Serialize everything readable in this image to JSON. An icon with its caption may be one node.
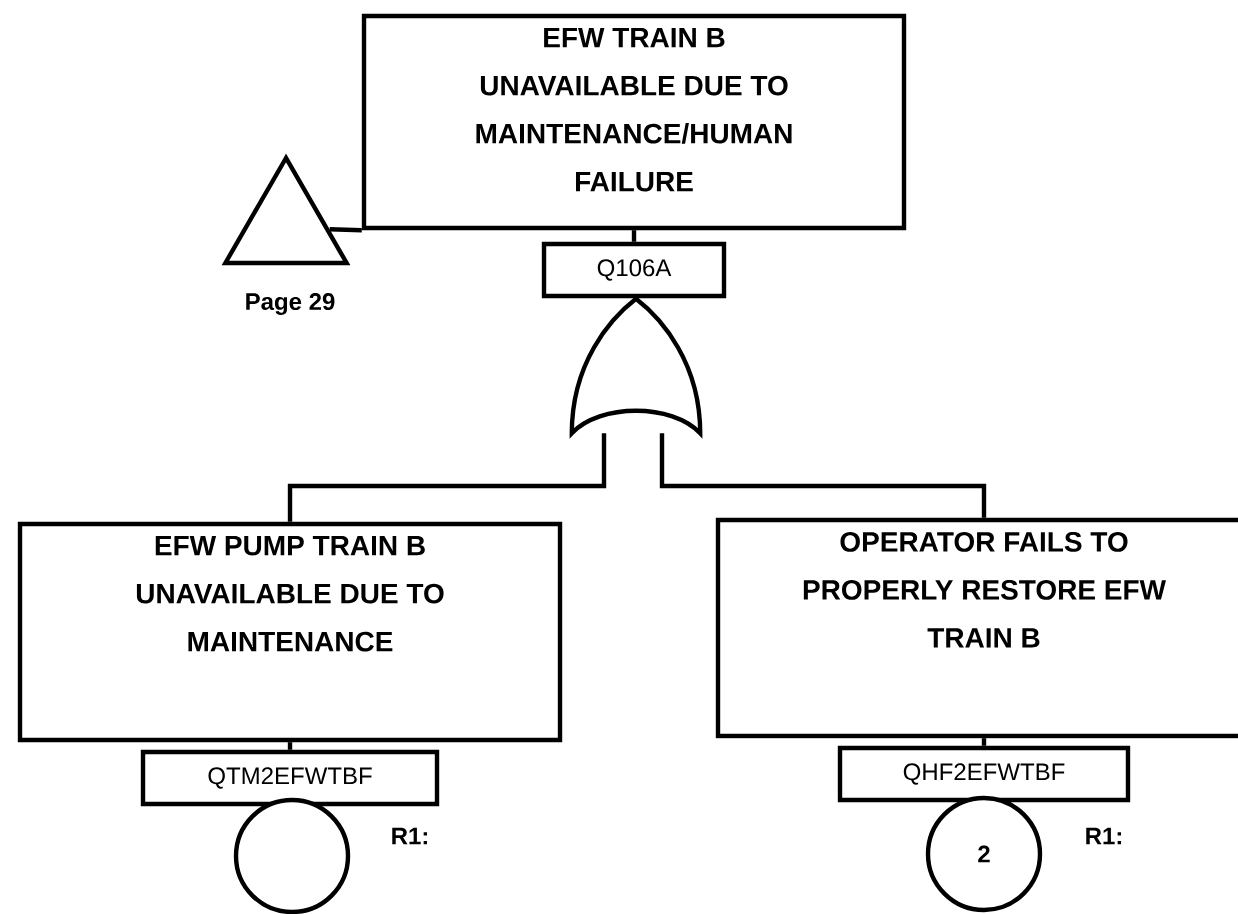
{
  "diagram": {
    "nodes": [
      {
        "text": [
          "EFW TRAIN B UNAVAILABLE DUE TO MAINTENANCE/HUMAN FAILURE"
        ]
      },
      {
        "text": [
          "Q106A"
        ]
      },
      {
        "text": [],
        "shape": "gate"
      },
      {
        "text": [],
        "shape": "triangle",
        "beside": [
          "Page 29"
        ]
      },
      {
        "text": [
          "EFW PUMP TRAIN B UNAVAILABLE DUE TO MAINTENANCE"
        ]
      },
      {
        "text": [
          "QTM2EFWTBF"
        ]
      },
      {
        "text": [],
        "shape": "circle"
      },
      {
        "text": [
          "OPERATOR FAILS TO PROPERLY RESTORE EFW TRAIN B"
        ]
      },
      {
        "text": [
          "QHF2EFWTBF"
        ]
      },
      {
        "text": [
          "2"
        ]
      }
    ],
    "labels": [
      "R1:",
      "R1:"
    ],
    "edges": [
      {
        "from": 3,
        "to": 0,
        "arrow": "none"
      },
      {
        "from": 0,
        "to": 1,
        "arrow": "none"
      },
      {
        "from": 2,
        "to": 4,
        "arrow": "none"
      },
      {
        "from": 2,
        "to": 7,
        "arrow": "none"
      },
      {
        "from": 4,
        "to": 5,
        "arrow": "none"
      },
      {
        "from": 7,
        "to": 8,
        "arrow": "none"
      }
    ]
  }
}
